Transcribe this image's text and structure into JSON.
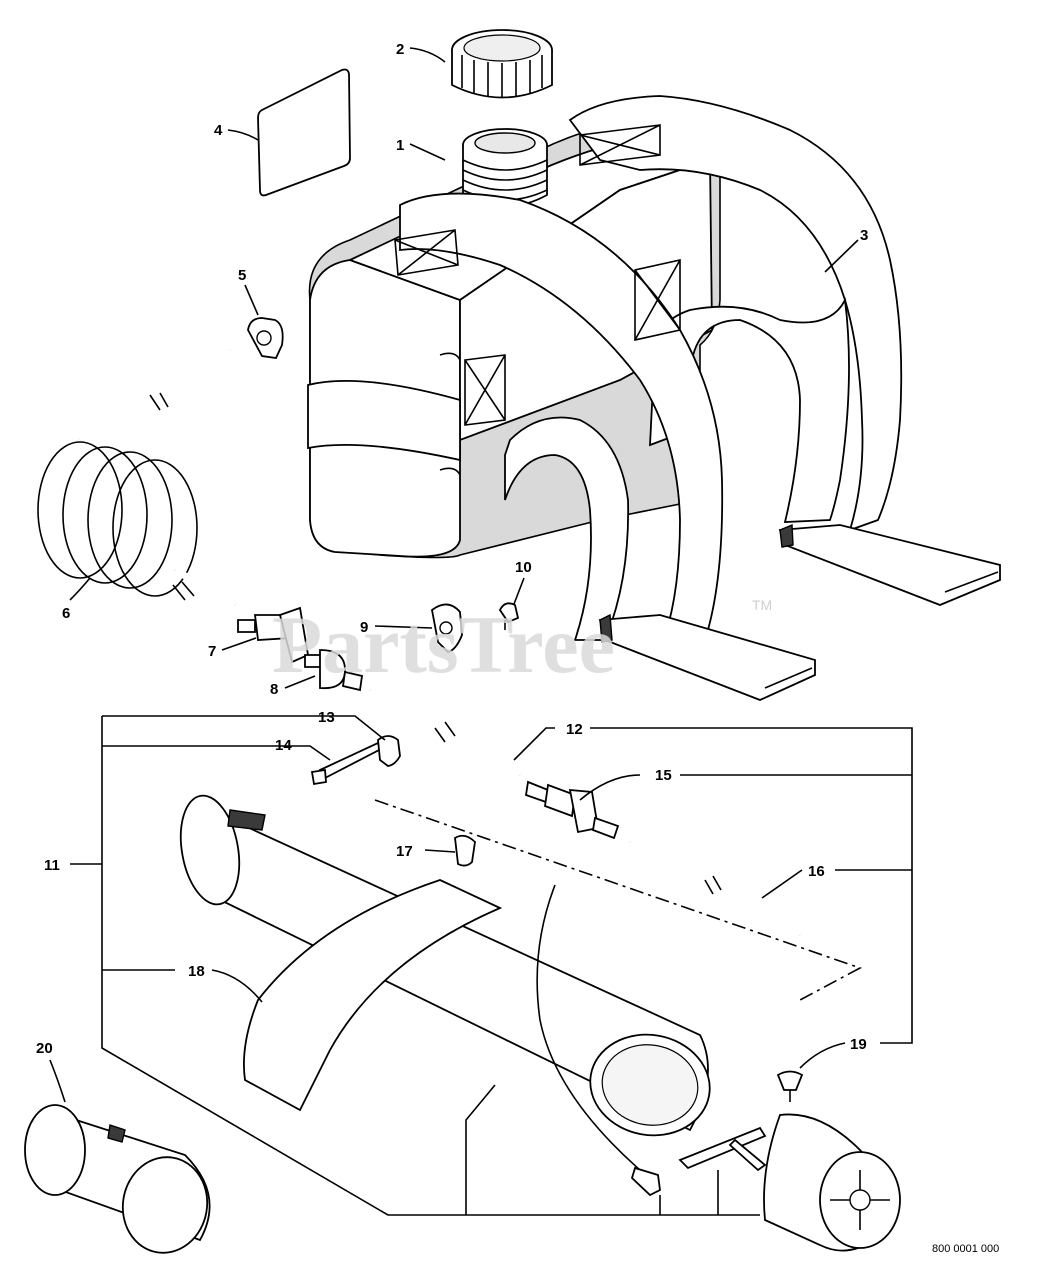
{
  "callouts": [
    "1",
    "2",
    "3",
    "4",
    "5",
    "6",
    "7",
    "8",
    "9",
    "10",
    "11",
    "12",
    "13",
    "14",
    "15",
    "16",
    "17",
    "18",
    "19",
    "20"
  ],
  "watermark": {
    "text": "PartsTree",
    "tm": "TM"
  },
  "reference_code": "800 0001 000"
}
